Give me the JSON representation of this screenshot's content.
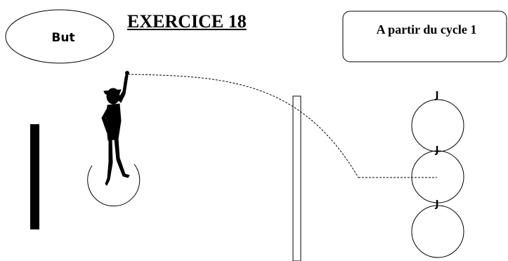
{
  "header": {
    "badge_label": "But",
    "title": "EXERCICE 18",
    "level_label": "A partir du cycle 1"
  },
  "players": [
    {
      "label": "J"
    },
    {
      "label": "J"
    },
    {
      "label": "J"
    }
  ],
  "colors": {
    "stroke": "#000000",
    "background": "#ffffff"
  }
}
